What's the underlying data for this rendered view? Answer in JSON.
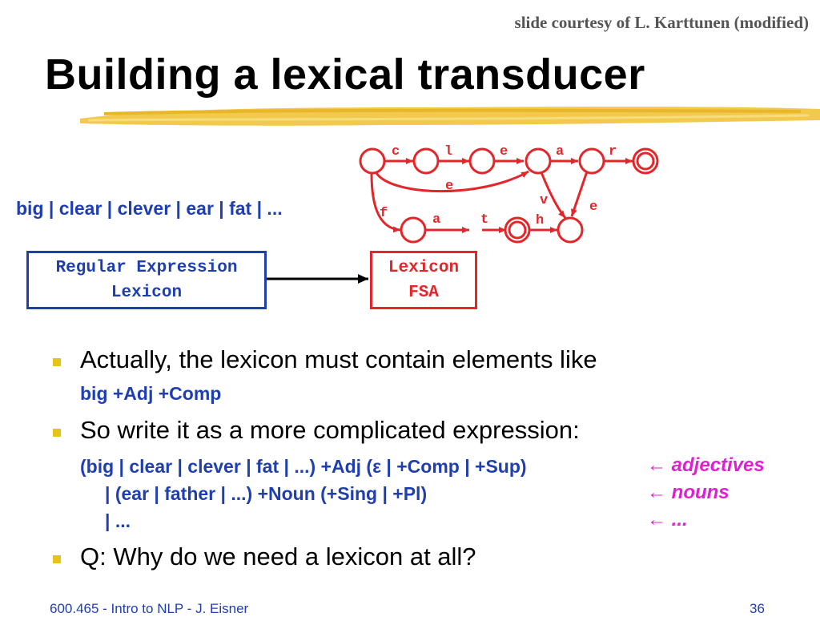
{
  "slide": {
    "credit": "slide courtesy of L. Karttunen (modified)",
    "title": "Building a lexical transducer",
    "lexicon_regex": "big | clear | clever | ear | fat | ...",
    "box_regex": {
      "line1": "Regular Expression",
      "line2": "Lexicon"
    },
    "box_fsa": {
      "line1": "Lexicon",
      "line2": "FSA"
    },
    "fsa_labels": {
      "c": "c",
      "l": "l",
      "e1": "e",
      "a1": "a",
      "r": "r",
      "e_skip": "e",
      "v": "v",
      "e_right": "e",
      "f": "f",
      "a2": "a",
      "t": "t",
      "h": "h"
    },
    "bullets": [
      {
        "text": "Actually, the lexicon must contain elements like",
        "sub": "big +Adj +Comp"
      },
      {
        "text": "So write it as a more complicated expression:",
        "lines": [
          "(big | clear | clever | fat | ...) +Adj (ε | +Comp | +Sup)",
          "| (ear | father | ...) +Noun (+Sing | +Pl)",
          "| ..."
        ],
        "notes": [
          "← adjectives",
          "← nouns",
          "← ..."
        ]
      },
      {
        "text": "Q: Why do we need a lexicon at all?"
      }
    ],
    "footer": {
      "left": "600.465 - Intro to NLP - J. Eisner",
      "page": "36"
    },
    "colors": {
      "blue": "#1f3fb0",
      "red": "#e3262a",
      "magenta": "#e020d0",
      "yellow": "#e8c317"
    }
  }
}
